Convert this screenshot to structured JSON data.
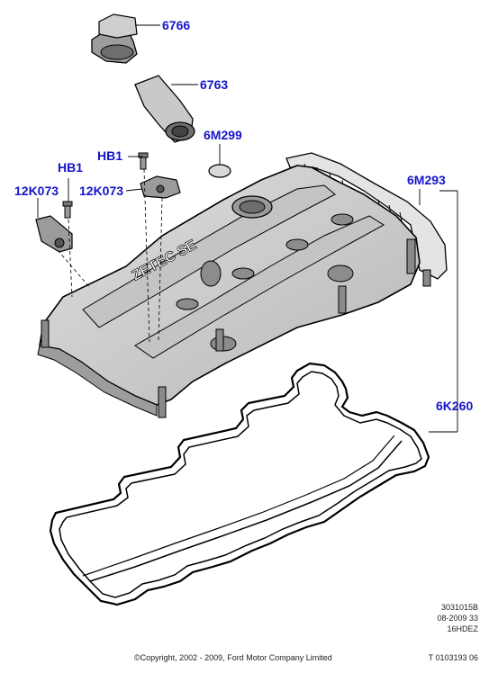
{
  "colors": {
    "label": "#1515c8",
    "line": "#000000",
    "part_fill": "#d0d0d0",
    "part_shade": "#a8a8a8",
    "part_dark": "#6e6e6e"
  },
  "labels": {
    "p6766": "6766",
    "p6763": "6763",
    "p6M299": "6M299",
    "hb1_top": "HB1",
    "hb1_left": "HB1",
    "p12K073_left": "12K073",
    "p12K073_mid": "12K073",
    "p6M293": "6M293",
    "p6K260": "6K260"
  },
  "cover_text": "ZETEC SE",
  "reference": {
    "line1": "3031015B",
    "line2": "08-2009 33",
    "line3": "16HDEZ",
    "line4": "T 0103193 06"
  },
  "copyright": "©Copyright, 2002 - 2009, Ford Motor Company Limited"
}
